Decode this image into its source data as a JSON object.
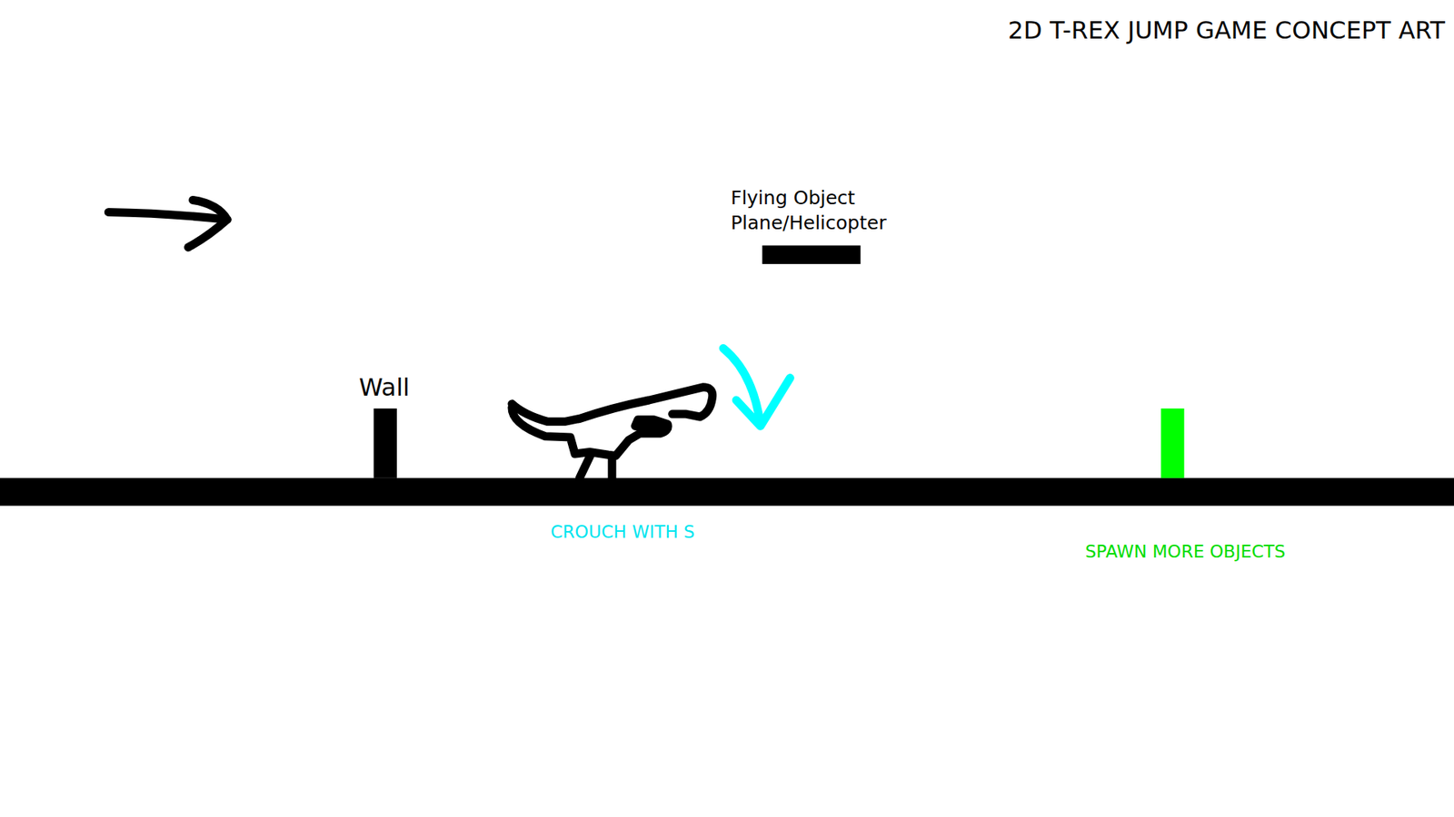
{
  "diagram": {
    "title": "2D T-REX JUMP GAME CONCEPT ART",
    "labels": [
      "Flying Object Plane/Helicopter",
      "Wall",
      "CROUCH WITH S",
      "SPAWN MORE OBJECTS"
    ]
  }
}
